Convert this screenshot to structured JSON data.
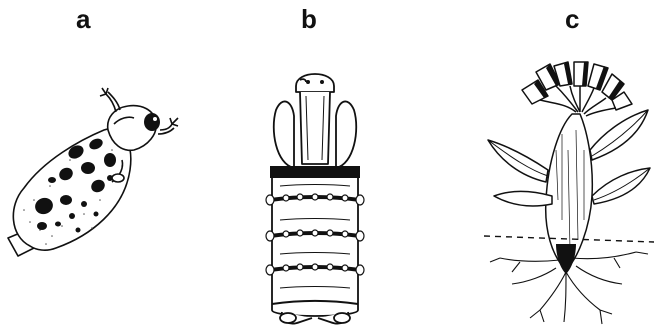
{
  "panels": [
    {
      "label": "a"
    },
    {
      "label": "b"
    },
    {
      "label": "c"
    }
  ],
  "colors": {
    "ink": "#111111",
    "fill": "#ffffff"
  }
}
